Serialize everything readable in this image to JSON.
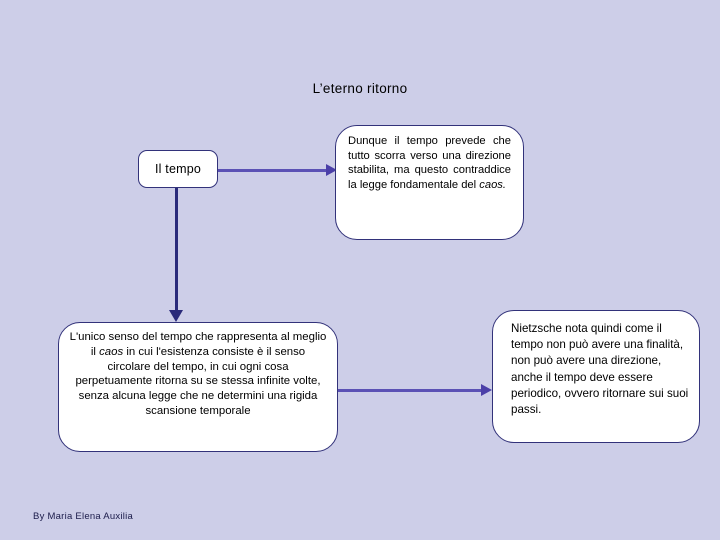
{
  "slide": {
    "background_color": "#cdcee8",
    "title": "L’eterno ritorno",
    "footer": "By Maria Elena Auxilia"
  },
  "palette": {
    "background": "#cdcee8",
    "node_fill": "#ffffff",
    "node_border": "#32327a",
    "arrow_navy": "#2a2a7a",
    "arrow_violet": "#5b51b5",
    "text": "#000000",
    "footer_text": "#1b1b4a"
  },
  "nodes": {
    "il_tempo": {
      "label": "Il tempo"
    },
    "dunque": {
      "text_before_italic": "Dunque il tempo prevede che tutto scorra verso una direzione stabilita, ma questo contraddice la legge fondamentale del ",
      "italic_word": "caos.",
      "text_after_italic": ""
    },
    "unico": {
      "text_before_italic": "L'unico senso del tempo che rappresenta al meglio il ",
      "italic_word": "caos",
      "text_after_italic": " in cui l'esistenza consiste è il senso circolare del tempo, in cui ogni cosa perpetuamente ritorna su se stessa infinite volte, senza alcuna legge che ne determini una rigida scansione temporale"
    },
    "nietzsche": {
      "text": "Nietzsche nota quindi come il tempo non può avere una finalità, non può avere una direzione, anche il tempo deve essere periodico, ovvero ritornare sui suoi passi."
    }
  },
  "connectors": {
    "tempo_to_dunque": {
      "direction": "right",
      "color": "#5b51b5"
    },
    "tempo_to_unico": {
      "direction": "down",
      "color": "#2a2a7a"
    },
    "unico_to_nietzsche": {
      "direction": "right",
      "color": "#5b51b5"
    }
  }
}
